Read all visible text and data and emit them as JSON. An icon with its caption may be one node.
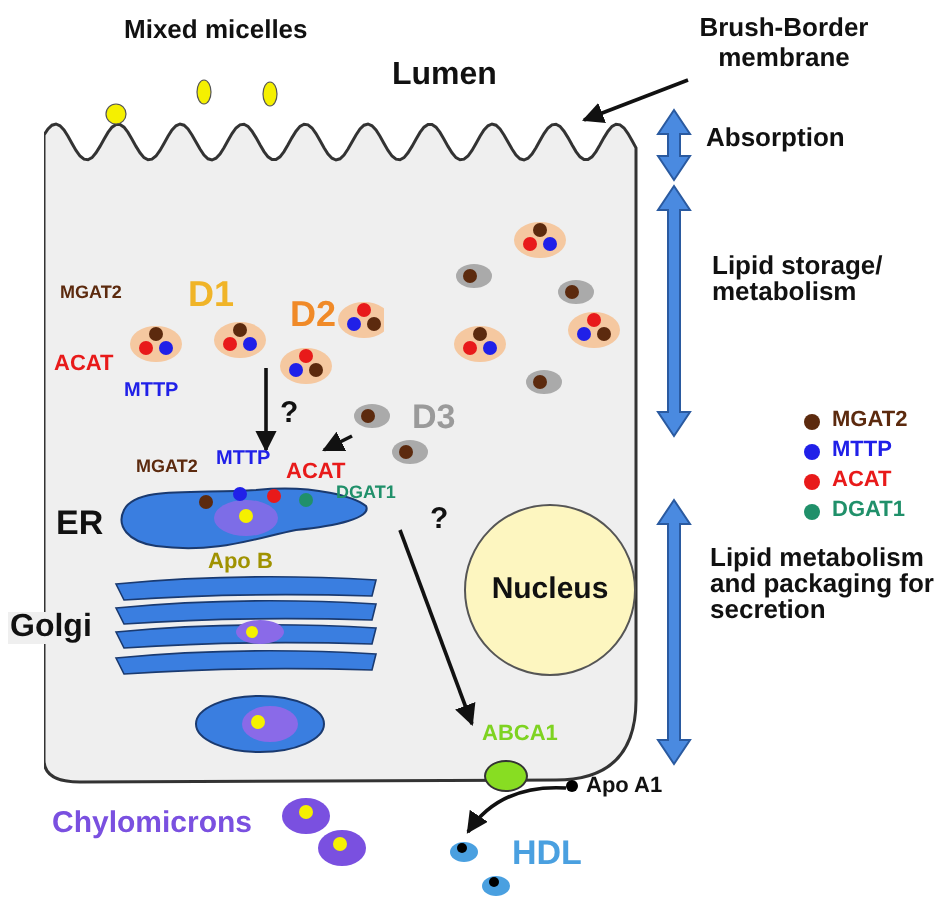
{
  "diagram": {
    "nodes": [
      {
        "text": [],
        "shape": "box"
      },
      {
        "text": [
          "Brush-Border membrane"
        ]
      },
      {
        "text": [
          "D1"
        ],
        "in": 0,
        "beside": [
          "MGAT2",
          "ACAT",
          "MTTP"
        ]
      },
      {
        "text": [
          "D2"
        ],
        "in": 0
      },
      {
        "text": [
          "D3"
        ],
        "in": 0
      },
      {
        "text": [
          "ER"
        ],
        "in": 0,
        "beside": [
          "MGAT2",
          "MTTP",
          "ACAT",
          "DGAT1"
        ]
      },
      {
        "text": [
          "Golgi"
        ],
        "in": 0
      },
      {
        "text": [
          "Nucleus"
        ],
        "in": 0
      },
      {
        "text": [
          "ABCA1"
        ]
      },
      {
        "text": [
          "Apo A1"
        ]
      },
      {
        "text": [
          "HDL"
        ]
      }
    ],
    "edges": [
      {
        "from": 1,
        "to": 0,
        "arrow": "to"
      },
      {
        "from": 2,
        "to": 5,
        "arrow": "to",
        "label": "?"
      },
      {
        "from": 4,
        "to": 5,
        "arrow": "to"
      },
      {
        "from": 5,
        "to": 8,
        "arrow": "to",
        "label": "?"
      },
      {
        "from": 9,
        "to": 10,
        "arrow": "to"
      }
    ],
    "labels": [
      "Mixed micelles",
      "Lumen",
      "Absorption",
      "Lipid storage/ metabolism",
      "Lipid metabolism and packaging for secretion",
      "Apo B",
      "Chylomicrons"
    ],
    "legend": [
      {
        "text": "MGAT2",
        "color": "#5c2a0e"
      },
      {
        "text": "MTTP",
        "color": "#2020e8"
      },
      {
        "text": "ACAT",
        "color": "#e81a1a"
      },
      {
        "text": "DGAT1",
        "color": "#20906a"
      }
    ]
  }
}
